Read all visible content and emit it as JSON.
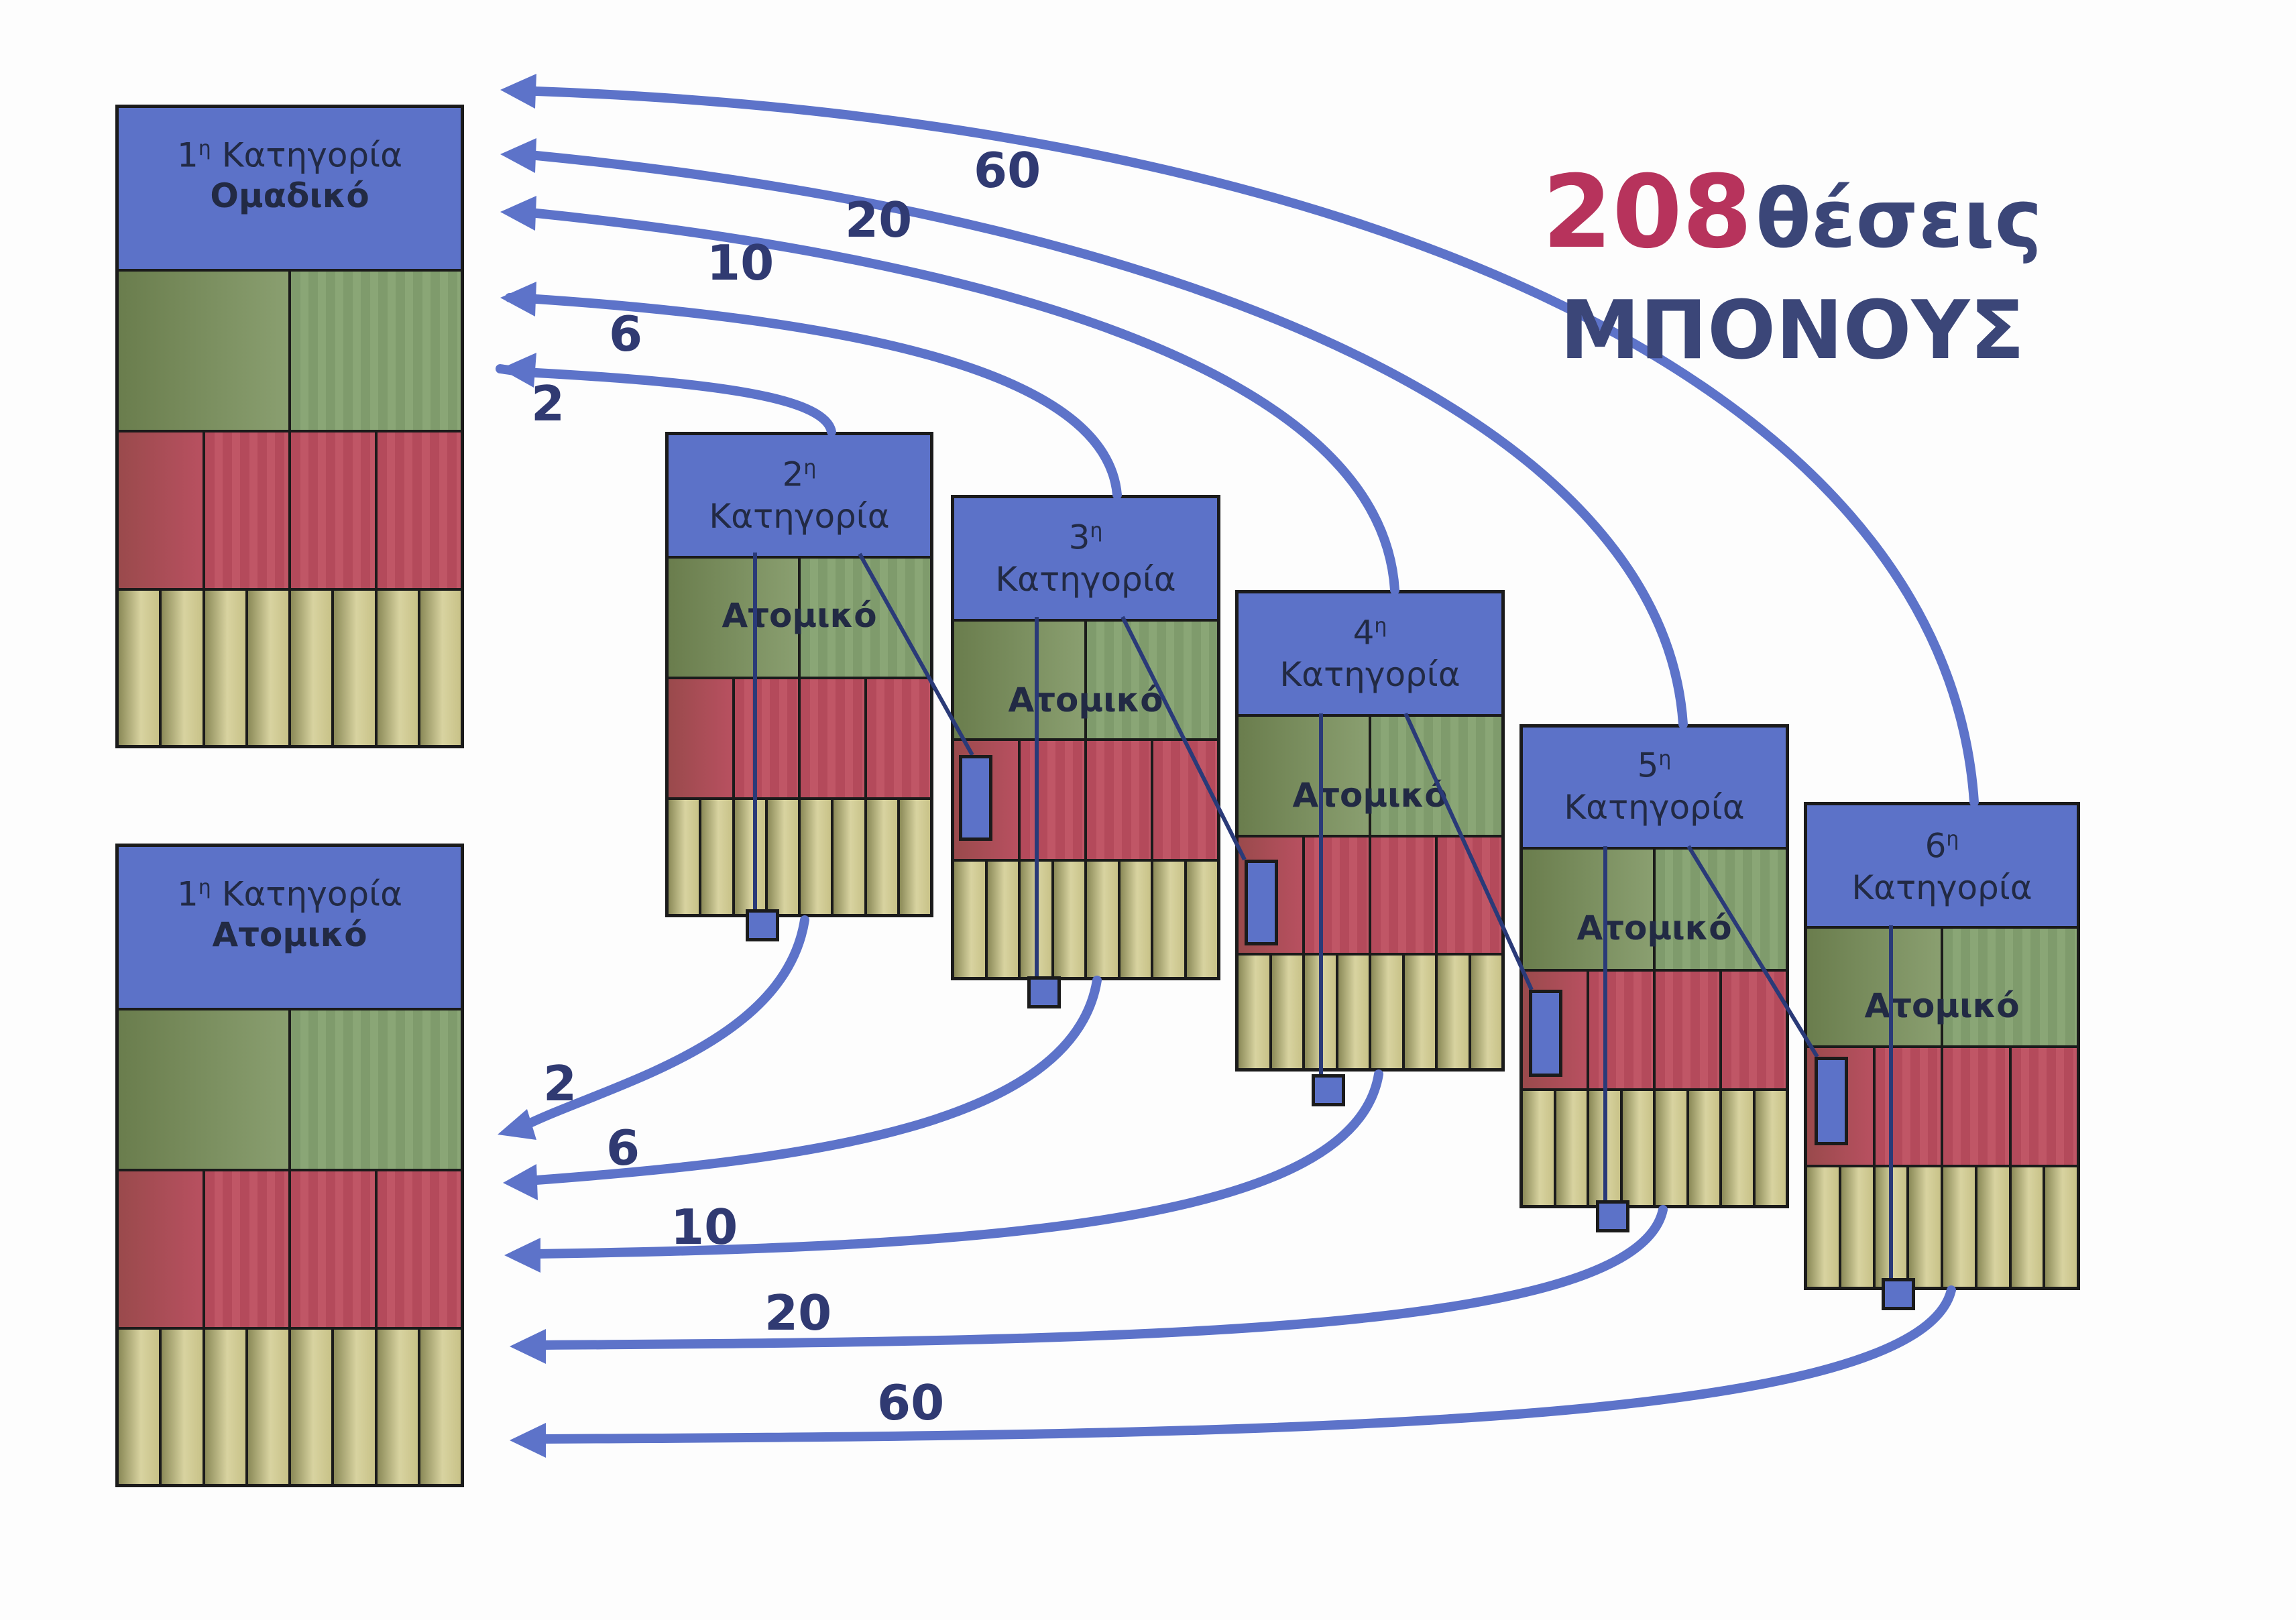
{
  "title": {
    "count": "208",
    "word": "θέσεις",
    "line2": "ΜΠΟΝΟΥΣ"
  },
  "boxes": {
    "team": {
      "ordinal": "1",
      "sup": "η",
      "word": "Κατηγορία",
      "sub": "Ομαδικό"
    },
    "indiv1": {
      "ordinal": "1",
      "sup": "η",
      "word": "Κατηγορία",
      "sub": "Ατομικό"
    },
    "cat2": {
      "ordinal": "2",
      "sup": "η",
      "word": "Κατηγορία",
      "sub": "Ατομικό"
    },
    "cat3": {
      "ordinal": "3",
      "sup": "η",
      "word": "Κατηγορία",
      "sub": "Ατομικό"
    },
    "cat4": {
      "ordinal": "4",
      "sup": "η",
      "word": "Κατηγορία",
      "sub": "Ατομικό"
    },
    "cat5": {
      "ordinal": "5",
      "sup": "η",
      "word": "Κατηγορία",
      "sub": "Ατομικό"
    },
    "cat6": {
      "ordinal": "6",
      "sup": "η",
      "word": "Κατηγορία",
      "sub": "Ατομικό"
    }
  },
  "arrow_labels_top": [
    "2",
    "6",
    "10",
    "20",
    "60"
  ],
  "arrow_labels_bottom": [
    "2",
    "6",
    "10",
    "20",
    "60"
  ],
  "colors": {
    "arrow": "#5d73c9",
    "header": "#5c72c8",
    "count": "#b7335c",
    "text": "#3b4678"
  }
}
